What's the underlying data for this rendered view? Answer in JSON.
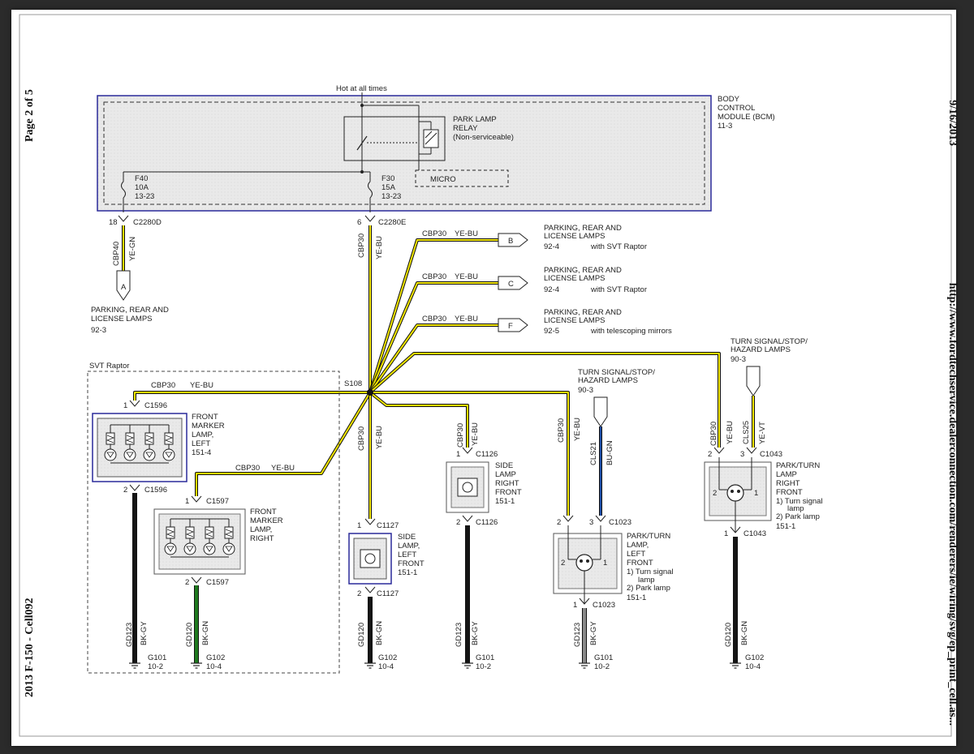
{
  "margins": {
    "left": "2013 F-150 - Cell092",
    "left_top": "Page 2 of 5",
    "right": "http://www.fordtechservice.dealerconnection.com/renderers/ie/wiring/svg/ep_print_cell.as...",
    "right_top": "9/16/2013"
  },
  "bcm": {
    "hot": "Hot at all times",
    "name": [
      "BODY",
      "CONTROL",
      "MODULE (BCM)",
      "11-3"
    ],
    "relay": [
      "PARK LAMP",
      "RELAY",
      "(Non-serviceable)"
    ],
    "micro": "MICRO",
    "fuse1": [
      "F40",
      "10A",
      "13-23"
    ],
    "fuse2": [
      "F30",
      "15A",
      "13-23"
    ],
    "pin1": "18",
    "conn1": "C2280D",
    "pin2": "6",
    "conn2": "C2280E"
  },
  "wires": {
    "cbp40": "CBP40",
    "yegn": "YE-GN",
    "cbp30": "CBP30",
    "yebu": "YE-BU",
    "cls21": "CLS21",
    "bugn": "BU-GN",
    "cls25": "CLS25",
    "yevt": "YE-VT",
    "gd123": "GD123",
    "bkgy": "BK-GY",
    "gd120": "GD120",
    "bkgn": "BK-GN"
  },
  "refA": {
    "letter": "A",
    "text": [
      "PARKING, REAR AND",
      "LICENSE LAMPS",
      "92-3"
    ]
  },
  "refs": [
    {
      "letter": "B",
      "text": [
        "PARKING, REAR AND",
        "LICENSE LAMPS"
      ],
      "page": "92-4",
      "note": "with SVT Raptor"
    },
    {
      "letter": "C",
      "text": [
        "PARKING, REAR AND",
        "LICENSE LAMPS"
      ],
      "page": "92-4",
      "note": "with SVT Raptor"
    },
    {
      "letter": "F",
      "text": [
        "PARKING, REAR AND",
        "LICENSE LAMPS"
      ],
      "page": "92-5",
      "note": "with telescoping mirrors"
    }
  ],
  "splice": "S108",
  "svt": "SVT Raptor",
  "turn_right_ref": [
    "TURN SIGNAL/STOP/",
    "HAZARD LAMPS",
    "90-3"
  ],
  "turn_left_ref": [
    "TURN SIGNAL/STOP/",
    "HAZARD LAMPS",
    "90-3"
  ],
  "fml": {
    "name": [
      "FRONT",
      "MARKER",
      "LAMP,",
      "LEFT",
      "151-4"
    ],
    "p1": "1",
    "c1": "C1596",
    "p2": "2",
    "c2": "C1596"
  },
  "fmr": {
    "name": [
      "FRONT",
      "MARKER",
      "LAMP,",
      "RIGHT"
    ],
    "p1": "1",
    "c1": "C1597",
    "p2": "2",
    "c2": "C1597"
  },
  "sll": {
    "name": [
      "SIDE",
      "LAMP,",
      "LEFT",
      "FRONT",
      "151-1"
    ],
    "p1": "1",
    "c1": "C1127",
    "p2": "2",
    "c2": "C1127"
  },
  "slr": {
    "name": [
      "SIDE",
      "LAMP",
      "RIGHT",
      "FRONT",
      "151-1"
    ],
    "p1": "1",
    "c1": "C1126",
    "p2": "2",
    "c2": "C1126"
  },
  "ptl": {
    "name": [
      "PARK/TURN",
      "LAMP,",
      "LEFT",
      "FRONT",
      "1) Turn signal",
      "lamp",
      "2) Park lamp",
      "151-1"
    ],
    "p2": "2",
    "p3": "3",
    "c": "C1023",
    "p1": "1",
    "cb": "C1023",
    "n2": "2",
    "n1": "1"
  },
  "ptr": {
    "name": [
      "PARK/TURN",
      "LAMP",
      "RIGHT",
      "FRONT",
      "1) Turn signal",
      "lamp",
      "2) Park lamp",
      "151-1"
    ],
    "p2": "2",
    "p3": "3",
    "c": "C1043",
    "p1": "1",
    "cb": "C1043",
    "n2": "2",
    "n1": "1"
  },
  "grounds": [
    {
      "g": "G101",
      "p": "10-2"
    },
    {
      "g": "G102",
      "p": "10-4"
    },
    {
      "g": "G102",
      "p": "10-4"
    },
    {
      "g": "G101",
      "p": "10-2"
    },
    {
      "g": "G101",
      "p": "10-2"
    },
    {
      "g": "G102",
      "p": "10-4"
    }
  ],
  "colors": {
    "yellow": "#f2e600",
    "blue": "#1f4fa8",
    "black": "#151515",
    "green": "#1f7a1f",
    "gray": "#8a8a8a",
    "frame": "#2a2a9a"
  }
}
